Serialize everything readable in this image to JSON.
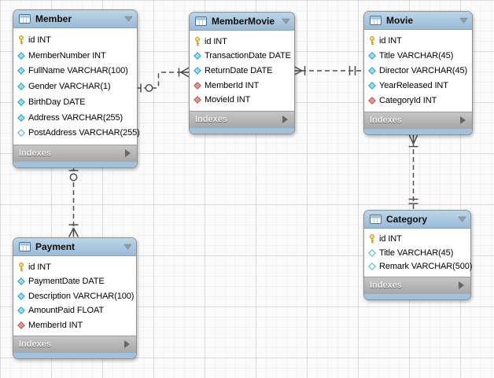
{
  "diagram": {
    "tool": "EER Diagram",
    "tables": [
      {
        "name": "Member",
        "indexes_label": "Indexes",
        "columns": [
          {
            "label": "id INT",
            "icon": "primary-key"
          },
          {
            "label": "MemberNumber INT",
            "icon": "column-notnull"
          },
          {
            "label": "FullName VARCHAR(100)",
            "icon": "column-notnull"
          },
          {
            "label": "Gender VARCHAR(1)",
            "icon": "column-notnull"
          },
          {
            "label": "BirthDay DATE",
            "icon": "column-notnull"
          },
          {
            "label": "Address VARCHAR(255)",
            "icon": "column-notnull"
          },
          {
            "label": "PostAddress VARCHAR(255)",
            "icon": "column-nullable"
          }
        ]
      },
      {
        "name": "MemberMovie",
        "indexes_label": "Indexes",
        "columns": [
          {
            "label": "id INT",
            "icon": "primary-key"
          },
          {
            "label": "TransactionDate DATE",
            "icon": "column-notnull"
          },
          {
            "label": "ReturnDate DATE",
            "icon": "column-notnull"
          },
          {
            "label": "MemberId INT",
            "icon": "foreign-key"
          },
          {
            "label": "MovieId INT",
            "icon": "foreign-key"
          }
        ]
      },
      {
        "name": "Movie",
        "indexes_label": "Indexes",
        "columns": [
          {
            "label": "id INT",
            "icon": "primary-key"
          },
          {
            "label": "Title VARCHAR(45)",
            "icon": "column-notnull"
          },
          {
            "label": "Director VARCHAR(45)",
            "icon": "column-notnull"
          },
          {
            "label": "YearReleased INT",
            "icon": "column-notnull"
          },
          {
            "label": "CategoryId INT",
            "icon": "foreign-key"
          }
        ]
      },
      {
        "name": "Payment",
        "indexes_label": "Indexes",
        "columns": [
          {
            "label": "id INT",
            "icon": "primary-key"
          },
          {
            "label": "PaymentDate DATE",
            "icon": "column-notnull"
          },
          {
            "label": "Description VARCHAR(100)",
            "icon": "column-notnull"
          },
          {
            "label": "AmountPaid FLOAT",
            "icon": "column-notnull"
          },
          {
            "label": "MemberId INT",
            "icon": "foreign-key"
          }
        ]
      },
      {
        "name": "Category",
        "indexes_label": "Indexes",
        "columns": [
          {
            "label": "id INT",
            "icon": "primary-key"
          },
          {
            "label": "Title VARCHAR(45)",
            "icon": "column-nullable"
          },
          {
            "label": "Remark VARCHAR(500)",
            "icon": "column-nullable"
          }
        ]
      }
    ],
    "relationships": [
      {
        "from_table": "Member",
        "from_cardinality": "zero-or-one",
        "to_table": "MemberMovie",
        "to_cardinality": "many",
        "line_style": "dashed"
      },
      {
        "from_table": "Movie",
        "from_cardinality": "exactly-one",
        "to_table": "MemberMovie",
        "to_cardinality": "many",
        "line_style": "dashed"
      },
      {
        "from_table": "Category",
        "from_cardinality": "exactly-one",
        "to_table": "Movie",
        "to_cardinality": "many",
        "line_style": "dashed"
      },
      {
        "from_table": "Member",
        "from_cardinality": "zero-or-one",
        "to_table": "Payment",
        "to_cardinality": "many",
        "line_style": "dashed"
      }
    ],
    "colors": {
      "header_blue": "#a5c4dd",
      "footer_blue": "#a2c2db",
      "indexes_gray": "#b5b5b5",
      "row_background": "#ffffff",
      "canvas_background": "#fbfbfb",
      "connector": "#4e4e4e",
      "primary_key_icon": "#f7d44a",
      "column_icon": "#8ce2ee",
      "foreign_key_icon": "#ee948e"
    }
  }
}
